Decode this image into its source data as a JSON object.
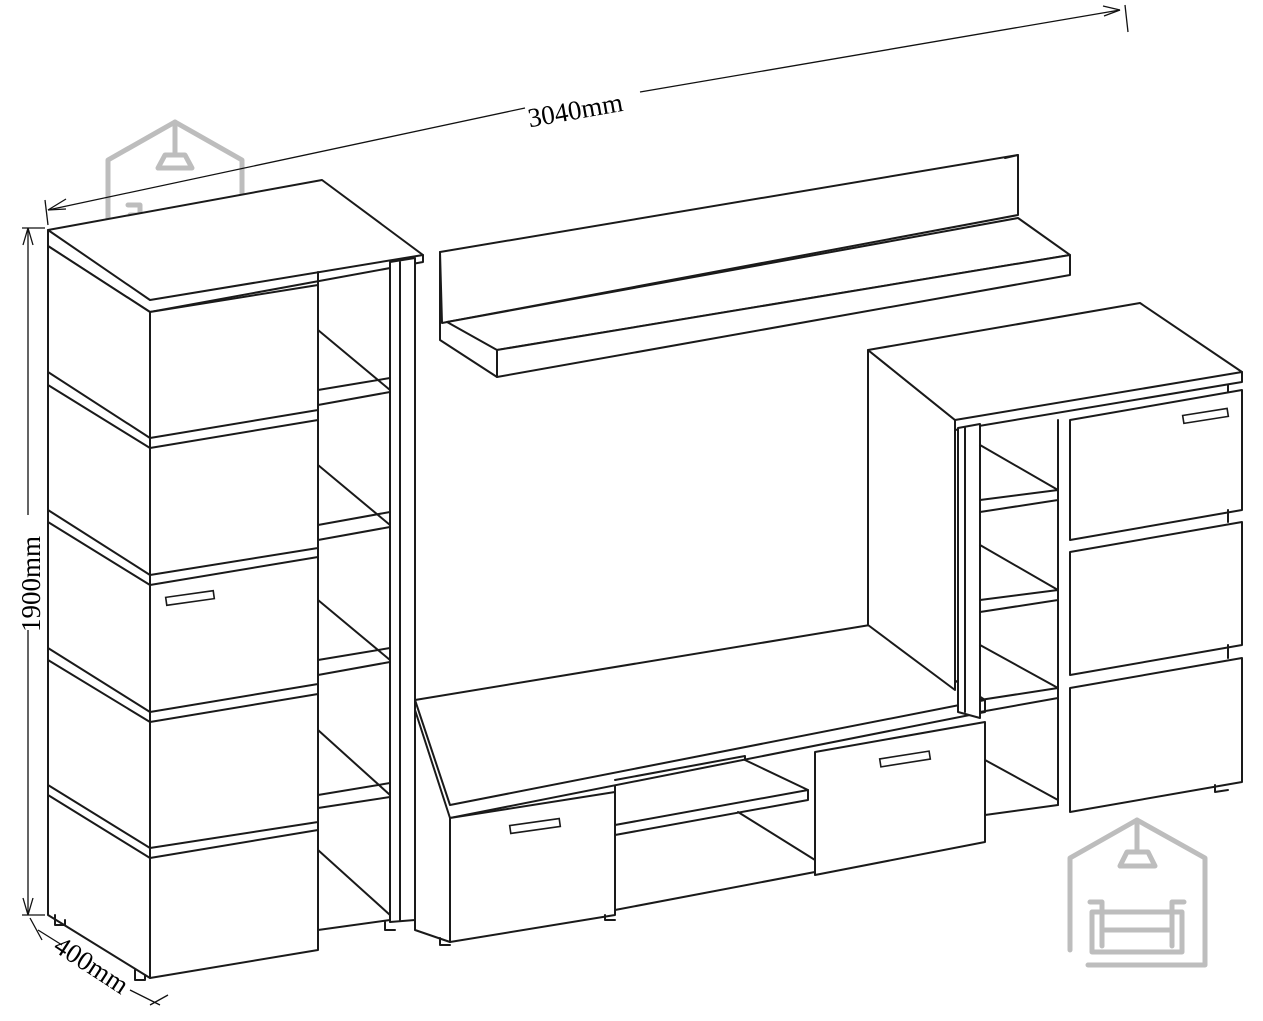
{
  "dimensions": {
    "width_label": "3040mm",
    "height_label": "1900mm",
    "depth_label": "400mm"
  },
  "logo": {
    "icon": "house-with-sofa-icon",
    "color": "#bdbdbd"
  },
  "line_color": "#1a1a1a"
}
